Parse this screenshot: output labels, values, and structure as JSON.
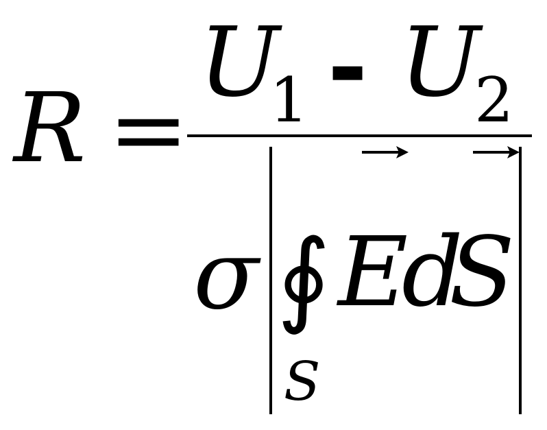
{
  "equation": {
    "lhs": "R",
    "equals": "=",
    "numerator": {
      "u1": "U",
      "sub1": "1",
      "minus": "-",
      "u2": "U",
      "sub2": "2"
    },
    "denominator": {
      "sigma": "σ",
      "integral": "∮",
      "e": "E",
      "d": "d",
      "s": "S",
      "limit": "S"
    }
  }
}
